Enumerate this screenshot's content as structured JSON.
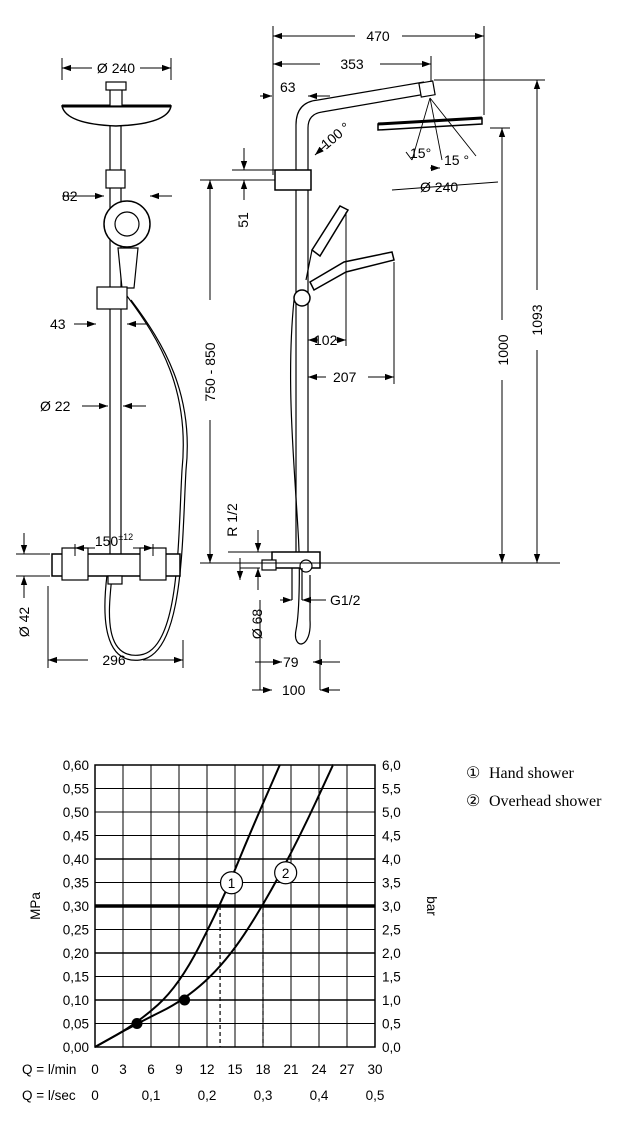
{
  "drawing": {
    "front": {
      "head_diameter": "Ø 240",
      "hand_shower_width": "82",
      "holder_width": "43",
      "rod_diameter": "Ø 22",
      "center_distance": "150",
      "center_tolerance": "±12",
      "mixer_diameter": "Ø 42",
      "mixer_width": "296"
    },
    "side": {
      "overall_reach": "470",
      "arm_reach": "353",
      "offset": "63",
      "arm_angle": "100 °",
      "spray_angle_left": "15°",
      "spray_angle_right": "15 °",
      "head_diameter": "Ø 240",
      "holder_height": "51",
      "height_range": "750 - 850",
      "height_1000": "1000",
      "height_1093": "1093",
      "hand_reach_102": "102",
      "hand_reach_207": "207",
      "inlet_thread": "R 1/2",
      "outlet_thread": "G1/2",
      "mixer_depth": "Ø 68",
      "depth_79": "79",
      "depth_100": "100"
    }
  },
  "legend": [
    {
      "marker": "①",
      "label": "Hand shower"
    },
    {
      "marker": "②",
      "label": "Overhead shower"
    }
  ],
  "chart_data": {
    "type": "line",
    "xlabel_flow_lmin": "Q = l/min",
    "xlabel_flow_lsec": "Q = l/sec",
    "ylabel_left": "MPa",
    "ylabel_right": "bar",
    "x_ticks_lmin": [
      "0",
      "3",
      "6",
      "9",
      "12",
      "15",
      "18",
      "21",
      "24",
      "27",
      "30"
    ],
    "x_ticks_lsec": [
      "0",
      "0,1",
      "0,2",
      "0,3",
      "0,4",
      "0,5"
    ],
    "y_ticks_mpa": [
      "0,00",
      "0,05",
      "0,10",
      "0,15",
      "0,20",
      "0,25",
      "0,30",
      "0,35",
      "0,40",
      "0,45",
      "0,50",
      "0,55",
      "0,60"
    ],
    "y_ticks_bar": [
      "0,0",
      "0,5",
      "1,0",
      "1,5",
      "2,0",
      "2,5",
      "3,0",
      "3,5",
      "4,0",
      "4,5",
      "5,0",
      "5,5",
      "6,0"
    ],
    "xlim": [
      0,
      30
    ],
    "ylim": [
      0,
      0.6
    ],
    "grid": true,
    "highlight_pressure": 0.3,
    "series": [
      {
        "label": "1",
        "x": [
          0,
          4.5,
          9,
          13.4,
          16.5,
          19.8
        ],
        "y": [
          0,
          0.05,
          0.13,
          0.3,
          0.45,
          0.6
        ]
      },
      {
        "label": "2",
        "x": [
          0,
          4.5,
          9.6,
          14,
          18,
          22,
          25.5
        ],
        "y": [
          0,
          0.05,
          0.1,
          0.18,
          0.3,
          0.45,
          0.6
        ]
      }
    ],
    "markers": [
      {
        "x": 4.5,
        "y": 0.05
      },
      {
        "x": 9.6,
        "y": 0.1
      }
    ],
    "dashed_drops": [
      13.4,
      18
    ]
  }
}
